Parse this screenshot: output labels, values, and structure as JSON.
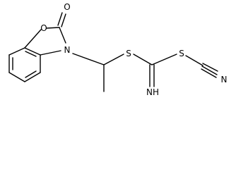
{
  "molecule": {
    "atoms": {
      "carbonyl_oxygen": "O",
      "ring_oxygen": "O",
      "ring_nitrogen": "N",
      "sulfur_1": "S",
      "sulfur_2": "S",
      "imine_group": "NH",
      "nitrile_nitrogen": "N"
    },
    "bond_color": "#000000",
    "background_color": "#ffffff"
  }
}
